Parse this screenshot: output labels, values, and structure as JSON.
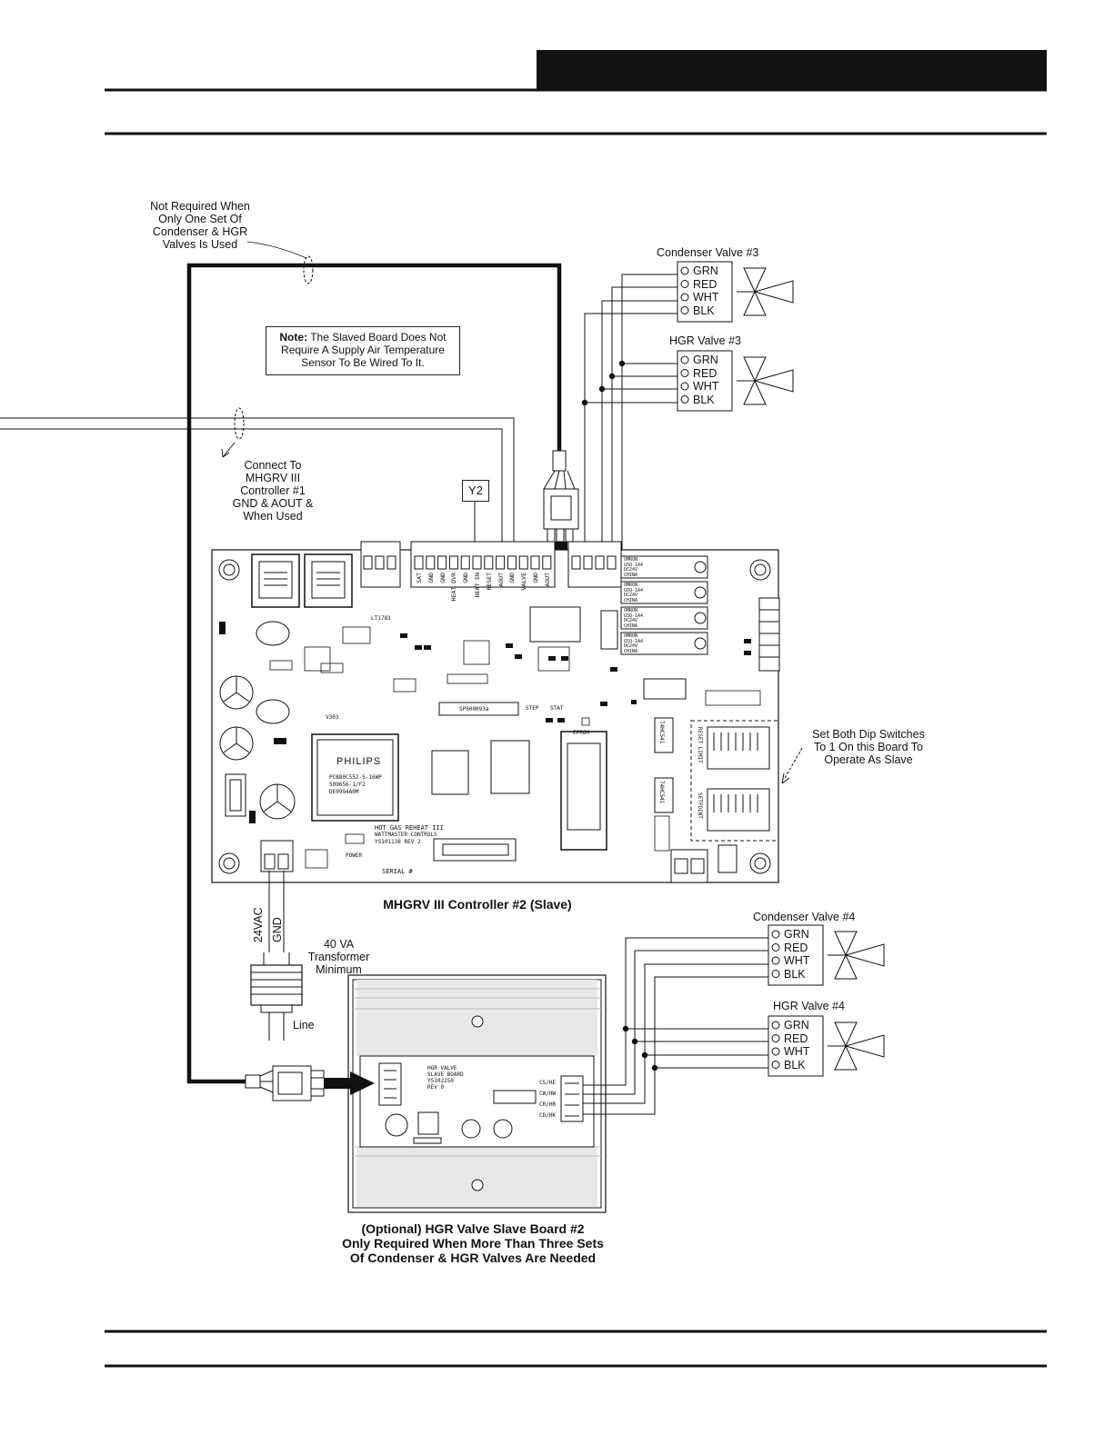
{
  "labels": {
    "not_required": [
      "Not Required When",
      "Only One Set Of",
      "Condenser & HGR",
      "Valves Is Used"
    ],
    "note_bold": "Note:",
    "note_text": [
      "The Slaved Board Does Not",
      "Require A Supply Air Temperature",
      "Sensor To Be Wired To It."
    ],
    "connect_to": [
      "Connect To",
      "MHGRV III",
      "Controller #1",
      "GND & AOUT &",
      "When Used"
    ],
    "y2": "Y2",
    "dip_note": [
      "Set Both Dip Switches",
      "To 1 On this Board To",
      "Operate As Slave"
    ],
    "controller_caption": "MHGRV III Controller #2 (Slave)",
    "transformer": [
      "40 VA",
      "Transformer",
      "Minimum"
    ],
    "line": "Line",
    "vac24": "24VAC",
    "gnd": "GND",
    "slave_caption": [
      "(Optional) HGR Valve Slave Board #2",
      "Only Required When More Than Three Sets",
      "Of Condenser & HGR Valves Are Needed"
    ]
  },
  "valves": [
    {
      "title": "Condenser Valve #3",
      "wires": [
        "GRN",
        "RED",
        "WHT",
        "BLK"
      ]
    },
    {
      "title": "HGR Valve #3",
      "wires": [
        "GRN",
        "RED",
        "WHT",
        "BLK"
      ]
    },
    {
      "title": "Condenser Valve #4",
      "wires": [
        "GRN",
        "RED",
        "WHT",
        "BLK"
      ]
    },
    {
      "title": "HGR Valve #4",
      "wires": [
        "GRN",
        "RED",
        "WHT",
        "BLK"
      ]
    }
  ],
  "board_text": {
    "terminals": [
      "SAT",
      "GND",
      "GND",
      "HEAT DVR",
      "GND",
      "HEAT EN",
      "RESET",
      "AOUT",
      "GND",
      "VALVE",
      "GND",
      "AOUT"
    ],
    "philips": "PHILIPS",
    "philips_part": [
      "PCB80C552-5-16WP",
      "S09656-1/F2",
      "DE0994A0M"
    ],
    "sp_chip": "SP000093a",
    "hot_gas": "HOT GAS REHEAT III",
    "wattmaster": "WATTMASTER CONTROLS",
    "rev": "YS101138 REV 2",
    "serial": "SERIAL #",
    "power": "POWER",
    "eprom": "EPROM",
    "lt1783": "LT1783",
    "v303": "V303",
    "ic_74hc": "74HC541",
    "relay": [
      "OMRON",
      "G5Q-1A4",
      "DC24V",
      "CHINA"
    ],
    "slave_board": [
      "HGR VALVE",
      "SLAVE BOARD",
      "YS102250",
      "REV 0"
    ],
    "slave_terms": [
      "CS/HE",
      "CW/HW",
      "CR/HR",
      "CD/HK"
    ],
    "step": "STEP",
    "stat": "STAT",
    "setpoint": "SETPOINT",
    "reset_limit": "RESET LIMIT"
  },
  "colors": {
    "ink": "#111111",
    "header_bar": "#111111",
    "shade": "#e6e6e6",
    "board": "#ffffff"
  }
}
